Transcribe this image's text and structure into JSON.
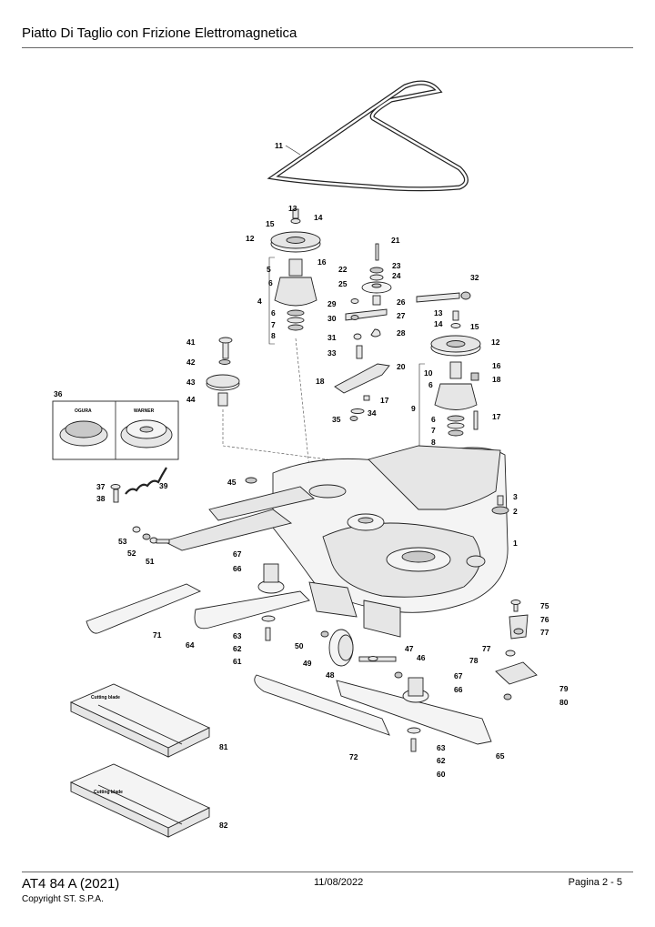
{
  "header": {
    "title": "Piatto Di Taglio con Frizione Elettromagnetica"
  },
  "footer": {
    "model": "AT4 84 A (2021)",
    "copyright": "Copyright ST. S.P.A.",
    "date": "11/08/2022",
    "page": "Pagina 2 - 5"
  },
  "clutch_box": {
    "left_label": "OGURA",
    "right_label": "WARNER"
  },
  "blade_box": {
    "label_81": "Cutting blade",
    "label_82": "Cutting blade"
  },
  "callouts": {
    "c1": "1",
    "c2": "2",
    "c3": "3",
    "c4": "4",
    "c5": "5",
    "c6": "6",
    "c6b": "6",
    "c6c": "6",
    "c7": "7",
    "c7b": "7",
    "c8": "8",
    "c8b": "8",
    "c9": "9",
    "c10": "10",
    "c11": "11",
    "c12": "12",
    "c12b": "12",
    "c13": "13",
    "c13b": "13",
    "c14": "14",
    "c14b": "14",
    "c15": "15",
    "c15b": "15",
    "c16": "16",
    "c16b": "16",
    "c17": "17",
    "c17b": "17",
    "c18": "18",
    "c18b": "18",
    "c20": "20",
    "c21": "21",
    "c22": "22",
    "c23": "23",
    "c24": "24",
    "c25": "25",
    "c26": "26",
    "c27": "27",
    "c28": "28",
    "c29": "29",
    "c30": "30",
    "c31": "31",
    "c32": "32",
    "c33": "33",
    "c34": "34",
    "c35": "35",
    "c36": "36",
    "c37": "37",
    "c38": "38",
    "c39": "39",
    "c41": "41",
    "c42": "42",
    "c43": "43",
    "c44": "44",
    "c45": "45",
    "c46": "46",
    "c47": "47",
    "c48": "48",
    "c49": "49",
    "c50": "50",
    "c51": "51",
    "c52": "52",
    "c53": "53",
    "c60": "60",
    "c61": "61",
    "c62": "62",
    "c62b": "62",
    "c63": "63",
    "c63b": "63",
    "c64": "64",
    "c65": "65",
    "c66": "66",
    "c66b": "66",
    "c67": "67",
    "c67b": "67",
    "c71": "71",
    "c72": "72",
    "c75": "75",
    "c76": "76",
    "c77": "77",
    "c77b": "77",
    "c78": "78",
    "c79": "79",
    "c80": "80",
    "c81": "81",
    "c82": "82"
  }
}
